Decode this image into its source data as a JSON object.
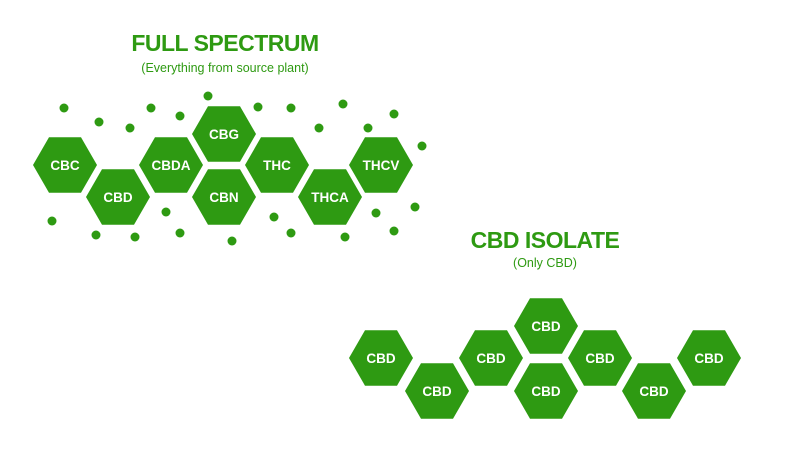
{
  "colors": {
    "green": "#2e9a12",
    "label": "#ffffff"
  },
  "full_spectrum": {
    "title": "FULL SPECTRUM",
    "subtitle": "(Everything from source plant)",
    "hexagons": [
      {
        "id": "cbc",
        "label": "CBC"
      },
      {
        "id": "cbd",
        "label": "CBD"
      },
      {
        "id": "cbda",
        "label": "CBDA"
      },
      {
        "id": "cbg",
        "label": "CBG"
      },
      {
        "id": "cbn",
        "label": "CBN"
      },
      {
        "id": "thc",
        "label": "THC"
      },
      {
        "id": "thca",
        "label": "THCA"
      },
      {
        "id": "thcv",
        "label": "THCV"
      }
    ]
  },
  "isolate": {
    "title": "CBD ISOLATE",
    "subtitle": "(Only CBD)",
    "hexagons": [
      {
        "id": "cbd-1",
        "label": "CBD"
      },
      {
        "id": "cbd-2",
        "label": "CBD"
      },
      {
        "id": "cbd-3",
        "label": "CBD"
      },
      {
        "id": "cbd-4",
        "label": "CBD"
      },
      {
        "id": "cbd-5",
        "label": "CBD"
      },
      {
        "id": "cbd-6",
        "label": "CBD"
      },
      {
        "id": "cbd-7",
        "label": "CBD"
      },
      {
        "id": "cbd-8",
        "label": "CBD"
      }
    ]
  }
}
